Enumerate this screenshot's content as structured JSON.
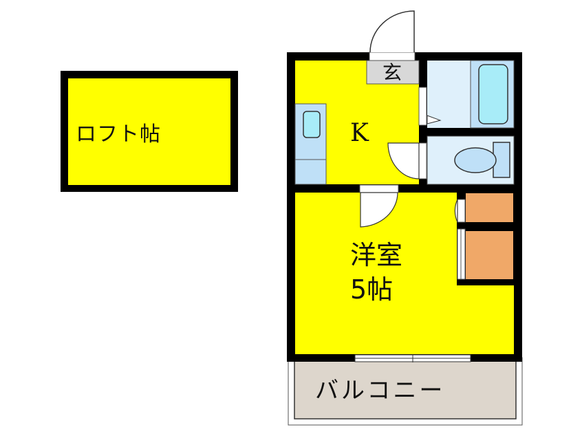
{
  "floorplan": {
    "loft": {
      "label": "ロフト帖"
    },
    "genkan": {
      "label": "玄"
    },
    "kitchen": {
      "label": "K"
    },
    "western_room": {
      "label": "洋室",
      "size": "5帖"
    },
    "balcony": {
      "label": "バルコニー"
    }
  },
  "colors": {
    "room_fill": "#ffff00",
    "wall": "#000000",
    "wet_area": "#dff0fb",
    "fixture": "#bfe0f7",
    "tub": "#a8ecf8",
    "storage": "#f0a868",
    "genkan": "#d8d8d8",
    "balcony": "#ddd6cc"
  }
}
